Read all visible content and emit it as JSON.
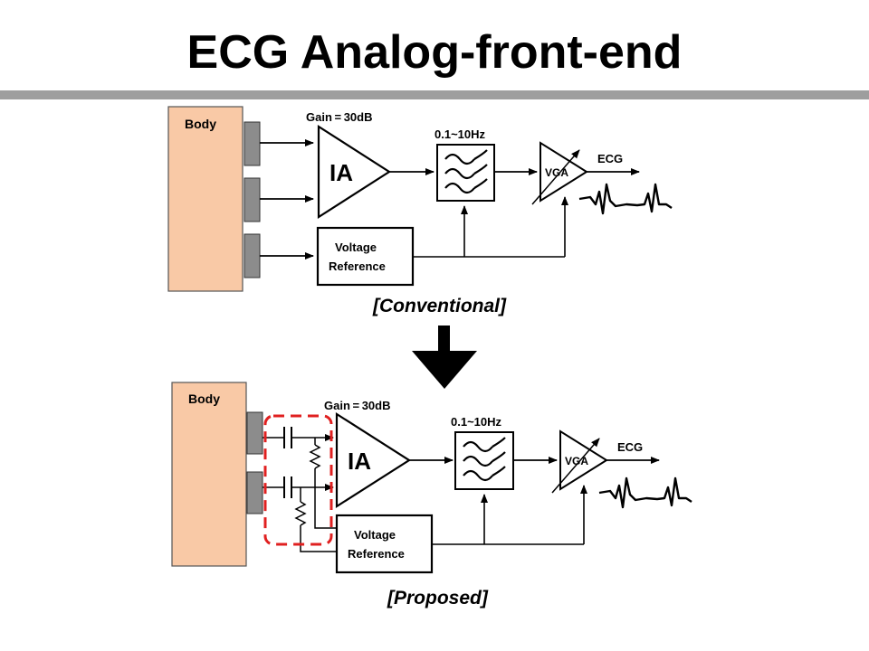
{
  "slide": {
    "title": "ECG Analog-front-end"
  },
  "colors": {
    "body_fill": "#f9c9a6",
    "electrode_fill": "#8c8c8c",
    "highlight_dash": "#e02020",
    "rule": "#9e9e9e"
  },
  "conventional": {
    "body_label": "Body",
    "gain_label": "Gain = 30dB",
    "ia_label": "IA",
    "filter_label": "0.1~10Hz",
    "vga_label": "VGA",
    "ecg_label": "ECG",
    "vref_line1": "Voltage",
    "vref_line2": "Reference",
    "caption": "[Conventional]"
  },
  "proposed": {
    "body_label": "Body",
    "gain_label": "Gain = 30dB",
    "ia_label": "IA",
    "filter_label": "0.1~10Hz",
    "vga_label": "VGA",
    "ecg_label": "ECG",
    "vref_line1": "Voltage",
    "vref_line2": "Reference",
    "caption": "[Proposed]"
  },
  "icons": {
    "transition": "down-arrow-icon",
    "filter": "filter-waves-icon",
    "waveform": "ecg-waveform-icon"
  }
}
